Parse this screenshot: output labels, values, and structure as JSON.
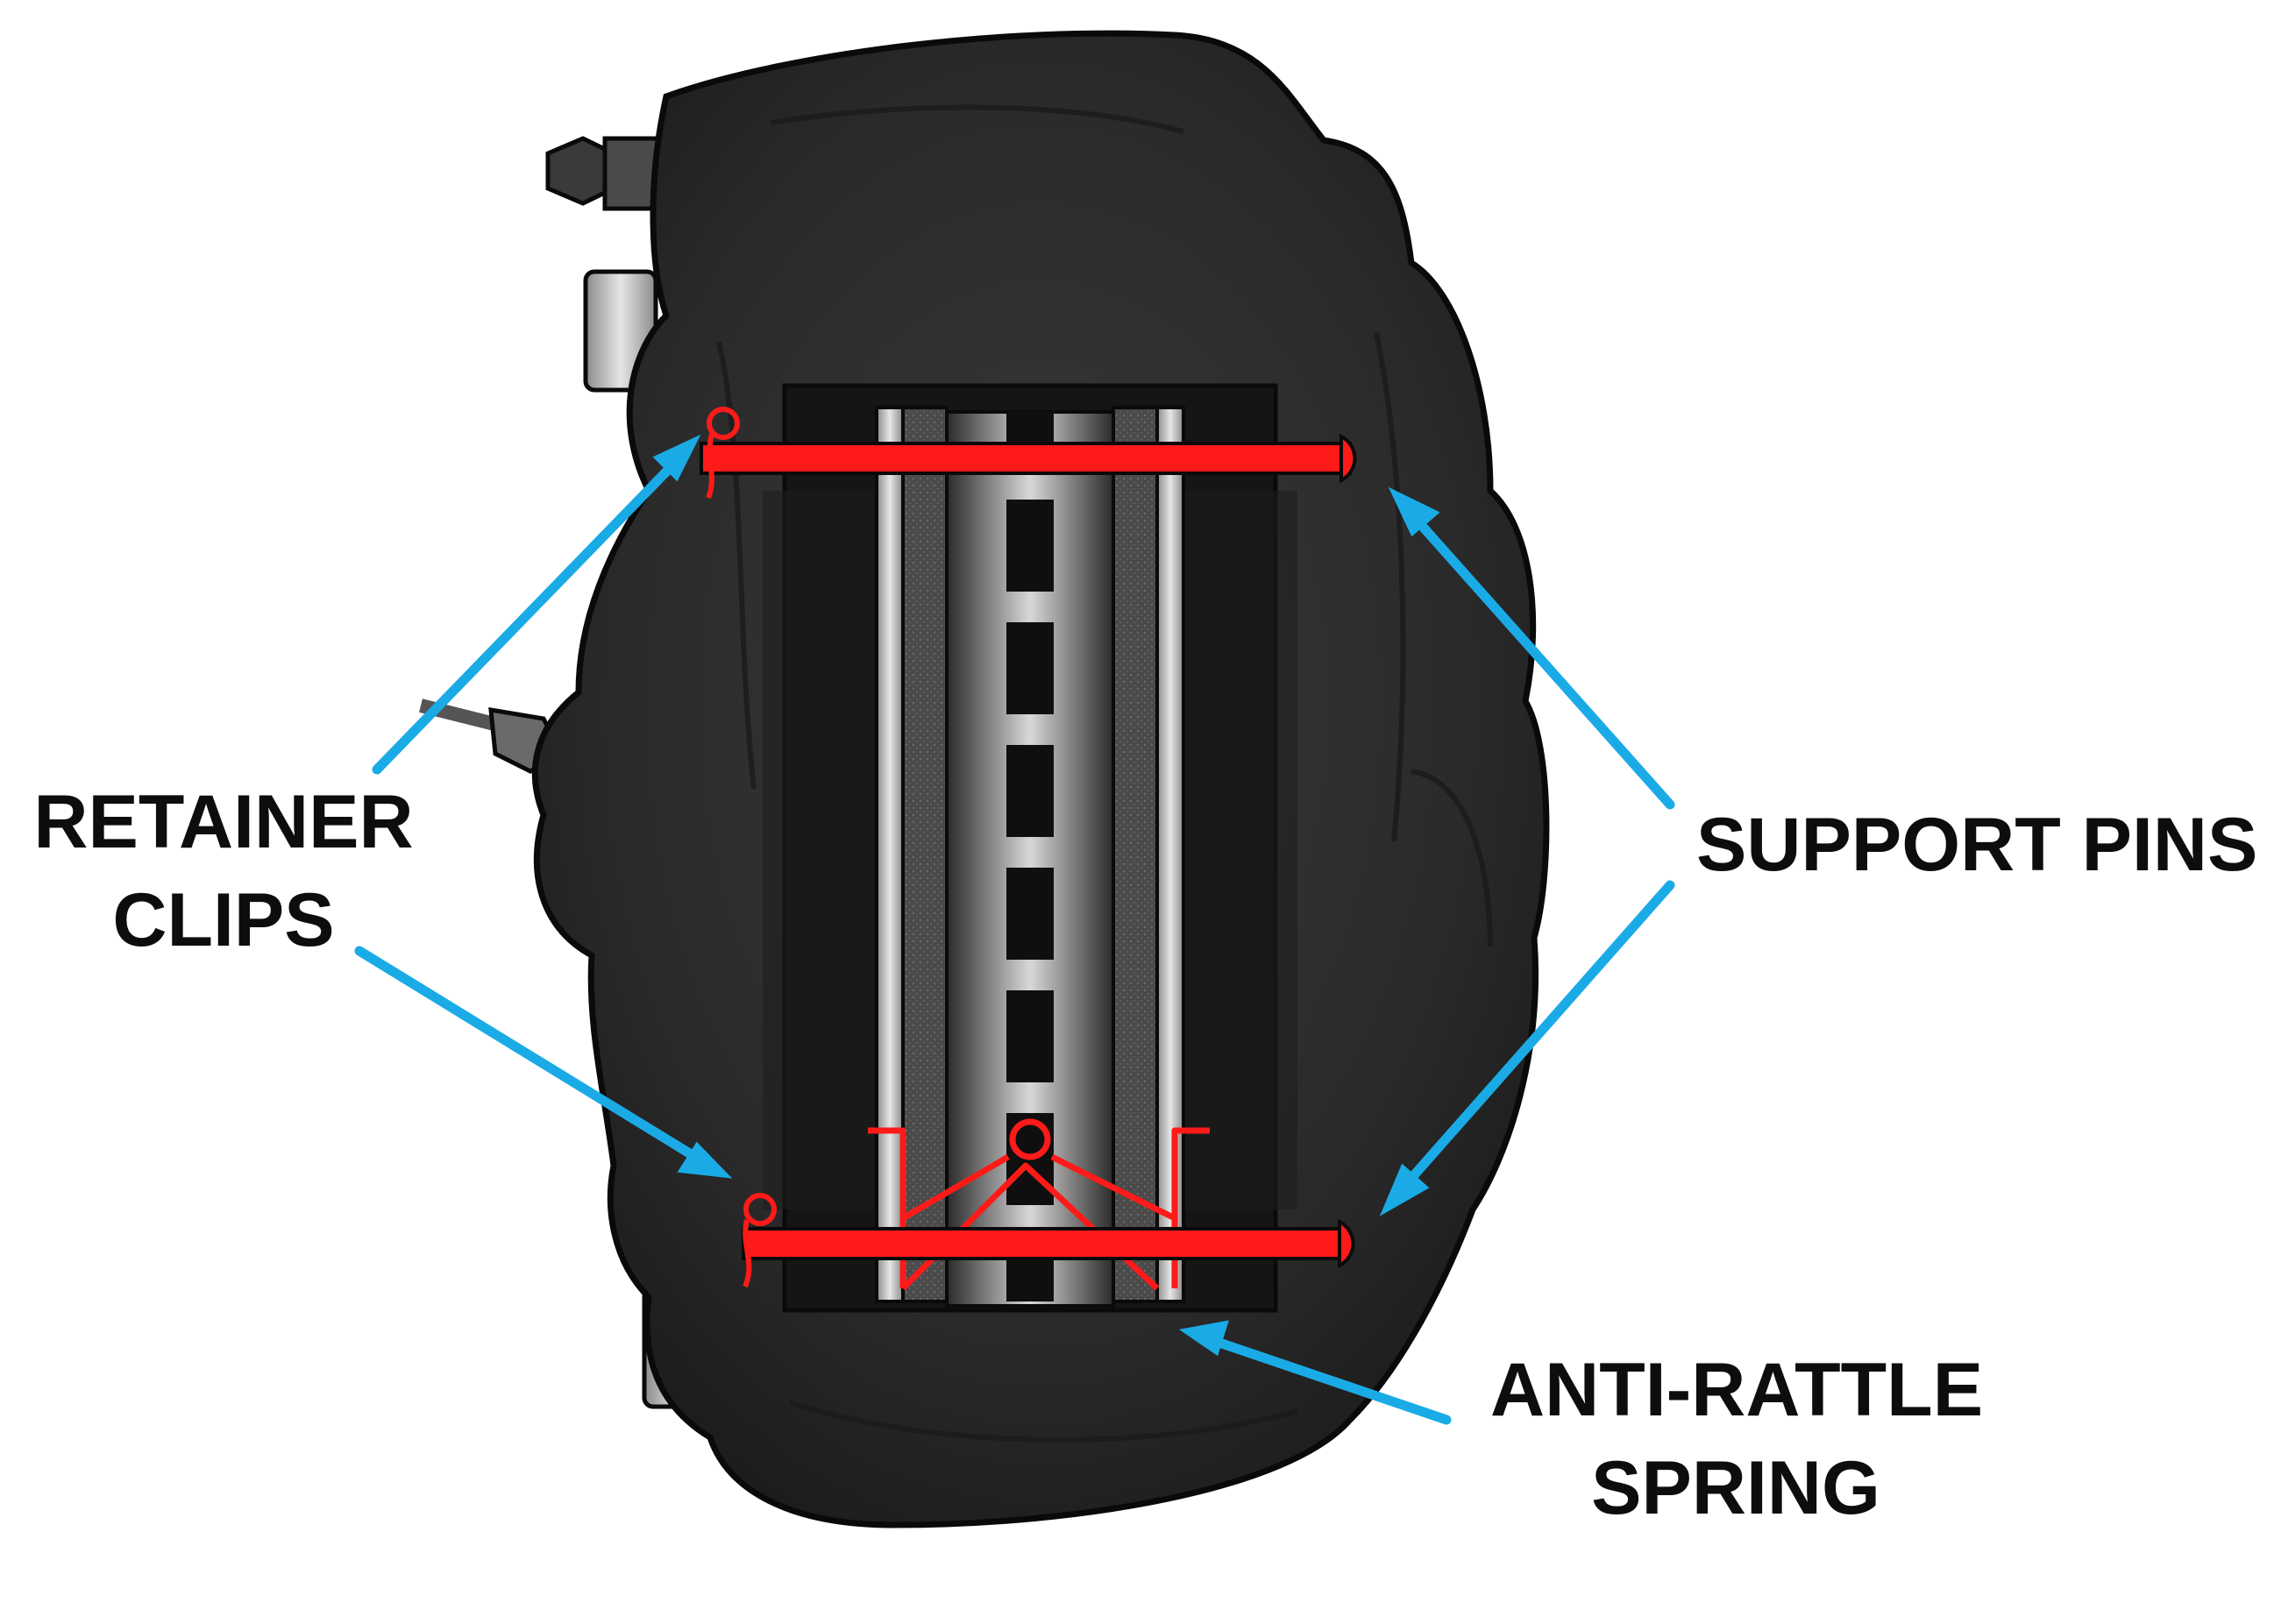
{
  "labels": {
    "retainer_clips": [
      "RETAINER",
      "CLIPS"
    ],
    "support_pins": [
      "SUPPORT PINS"
    ],
    "anti_rattle_spring": [
      "ANTI-RATTLE",
      "SPRING"
    ]
  },
  "colors": {
    "caliper_body": "#2c2c2c",
    "caliper_outline": "#0a0a0a",
    "pins_clips_spring": "#ff1a1a",
    "arrows": "#1aabe6",
    "label_text": "#0d0d0d",
    "fittings": "#b8b8b8"
  }
}
